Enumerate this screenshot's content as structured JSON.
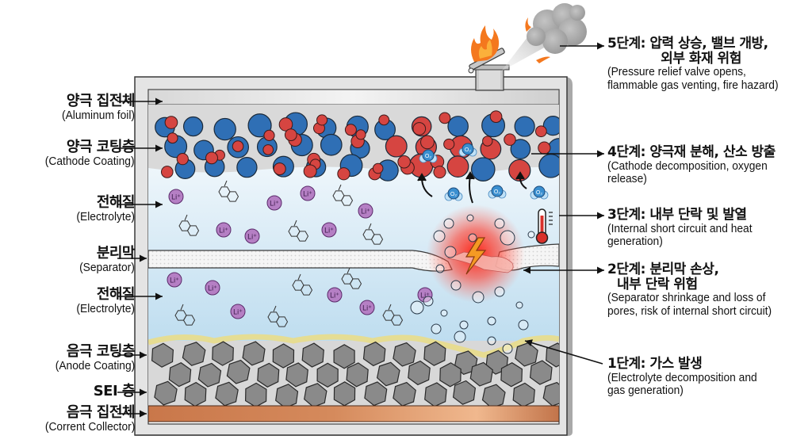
{
  "title": "Lithium-ion battery thermal runaway stages",
  "left_labels": [
    {
      "id": "cathode-collector",
      "ko": "양극 집전체",
      "en": "(Aluminum foil)"
    },
    {
      "id": "cathode-coating",
      "ko": "양극 코팅층",
      "en": "(Cathode Coating)"
    },
    {
      "id": "electrolyte-top",
      "ko": "전해질",
      "en": "(Electrolyte)"
    },
    {
      "id": "separator",
      "ko": "분리막",
      "en": "(Separator)"
    },
    {
      "id": "electrolyte-bottom",
      "ko": "전해질",
      "en": "(Electrolyte)"
    },
    {
      "id": "anode-coating",
      "ko": "음극 코팅층",
      "en": "(Anode Coating)"
    },
    {
      "id": "sei-layer",
      "ko": "SEI 층",
      "en": ""
    },
    {
      "id": "anode-collector",
      "ko": "음극 집전체",
      "en": "(Corrent Collector)"
    }
  ],
  "stages": [
    {
      "id": "stage-5",
      "ko_line1": "5단계: 압력 상승, 밸브 개방,",
      "ko_line2": "외부 화재 위험",
      "en_line1": "(Pressure relief valve opens,",
      "en_line2": "flammable gas venting, fire hazard)"
    },
    {
      "id": "stage-4",
      "ko_line1": "4단계: 양극재 분해, 산소 방출",
      "ko_line2": "",
      "en_line1": "(Cathode decomposition, oxygen",
      "en_line2": "release)"
    },
    {
      "id": "stage-3",
      "ko_line1": "3단계: 내부 단락 및 발열",
      "ko_line2": "",
      "en_line1": "(Internal short circuit and heat",
      "en_line2": "generation)"
    },
    {
      "id": "stage-2",
      "ko_line1": "2단계: 분리막 손상,",
      "ko_line2": "내부 단락 위험",
      "en_line1": "(Separator shrinkage and loss of",
      "en_line2": "pores, risk of internal short circuit)"
    },
    {
      "id": "stage-1",
      "ko_line1": "1단계: 가스 발생",
      "ko_line2": "",
      "en_line1": "(Electrolyte decomposition and",
      "en_line2": "gas generation)"
    }
  ],
  "particles": {
    "li_ion_label": "Li⁺",
    "oxygen_label": "O₂"
  },
  "colors": {
    "cathode_blue": "#2f6fb5",
    "cathode_red": "#d64541",
    "electrolyte": "#cfe6f3",
    "anode_graphite": "#8a8a8a",
    "sei_yellow": "#e9dd8a",
    "copper": "#c8784a",
    "li_ion": "#b57fc4",
    "heat_red": "#ff2a1a",
    "frame": "#d9d9d9"
  }
}
